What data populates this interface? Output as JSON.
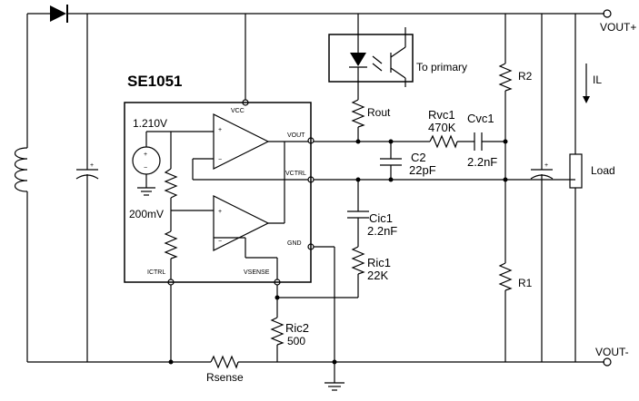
{
  "ic": {
    "name": "SE1051",
    "pin_vcc": "VCC",
    "pin_vout": "VOUT",
    "pin_vctrl": "VCTRL",
    "pin_gnd": "GND",
    "pin_ictrl": "ICTRL",
    "pin_vsense": "VSENSE",
    "ref_voltage": "1.210V",
    "ref_200mv": "200mV"
  },
  "components": {
    "rout": "Rout",
    "rvc1_name": "Rvc1",
    "rvc1_value": "470K",
    "cvc1_name": "Cvc1",
    "cvc1_value": "2.2nF",
    "c2_name": "C2",
    "c2_value": "22pF",
    "cic1_name": "Cic1",
    "cic1_value": "2.2nF",
    "ric1_name": "Ric1",
    "ric1_value": "22K",
    "ric2_name": "Ric2",
    "ric2_value": "500",
    "rsense": "Rsense",
    "r1": "R1",
    "r2": "R2",
    "load": "Load",
    "il": "IL",
    "to_primary": "To primary"
  },
  "terminals": {
    "vout_plus": "VOUT+",
    "vout_minus": "VOUT-"
  },
  "polarity": {
    "plus": "+",
    "minus": "−"
  }
}
